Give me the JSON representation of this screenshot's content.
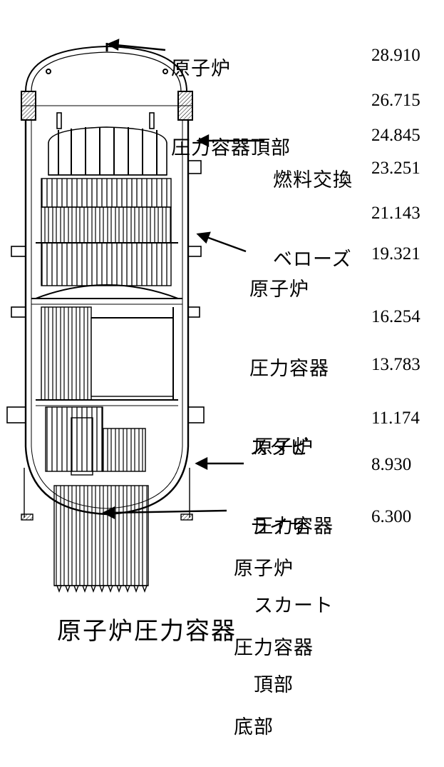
{
  "labels": {
    "head": [
      "原子炉",
      "圧力容器頂部"
    ],
    "bellows": [
      "燃料交換",
      "ベローズ"
    ],
    "stabilizer": [
      "原子炉",
      "圧力容器",
      "スタビ",
      "ライザ"
    ],
    "skirt": [
      "原子炉",
      "圧力容器",
      "スカート",
      "頂部"
    ],
    "bottom": [
      "原子炉",
      "圧力容器",
      "底部"
    ]
  },
  "elevations": [
    "28.910",
    "26.715",
    "24.845",
    "23.251",
    "21.143",
    "19.321",
    "16.254",
    "13.783",
    "11.174",
    "8.930",
    "6.300"
  ],
  "caption": "原子炉圧力容器"
}
